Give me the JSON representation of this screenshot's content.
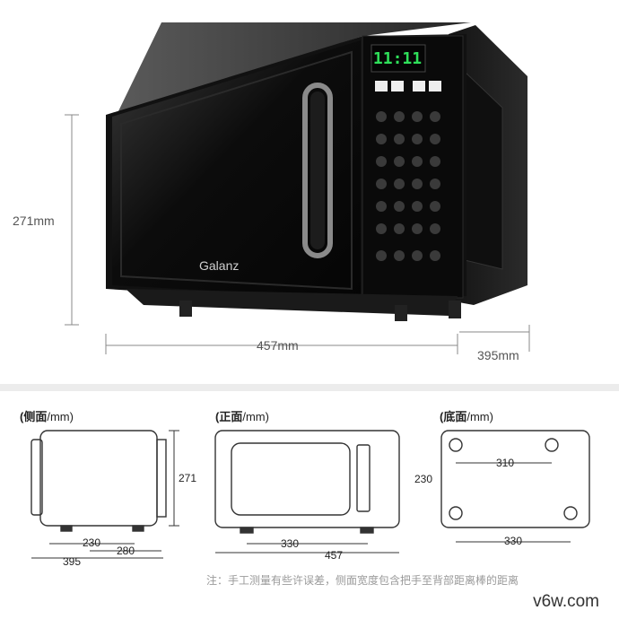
{
  "dimensions_photo": {
    "height": "271mm",
    "width": "457mm",
    "depth": "395mm"
  },
  "brand": "Galanz",
  "display_time": "11:11",
  "panels": {
    "side": {
      "title_bold": "(侧面",
      "title_unit": "/mm)",
      "height": "271",
      "dim_a": "230",
      "dim_b": "280",
      "dim_total": "395"
    },
    "front": {
      "title_bold": "(正面",
      "title_unit": "/mm)",
      "dim_inner": "330",
      "dim_total": "457"
    },
    "bottom": {
      "title_bold": "(底面",
      "title_unit": "/mm)",
      "dim_w": "310",
      "dim_h": "230",
      "dim_total": "330"
    }
  },
  "note": "注：手工测量有些许误差，侧面宽度包含把手至背部距离棒的距离",
  "watermark": "v6w.com",
  "colors": {
    "body": "#1a1a1a",
    "display": "#2fe05a",
    "line": "#333333"
  }
}
